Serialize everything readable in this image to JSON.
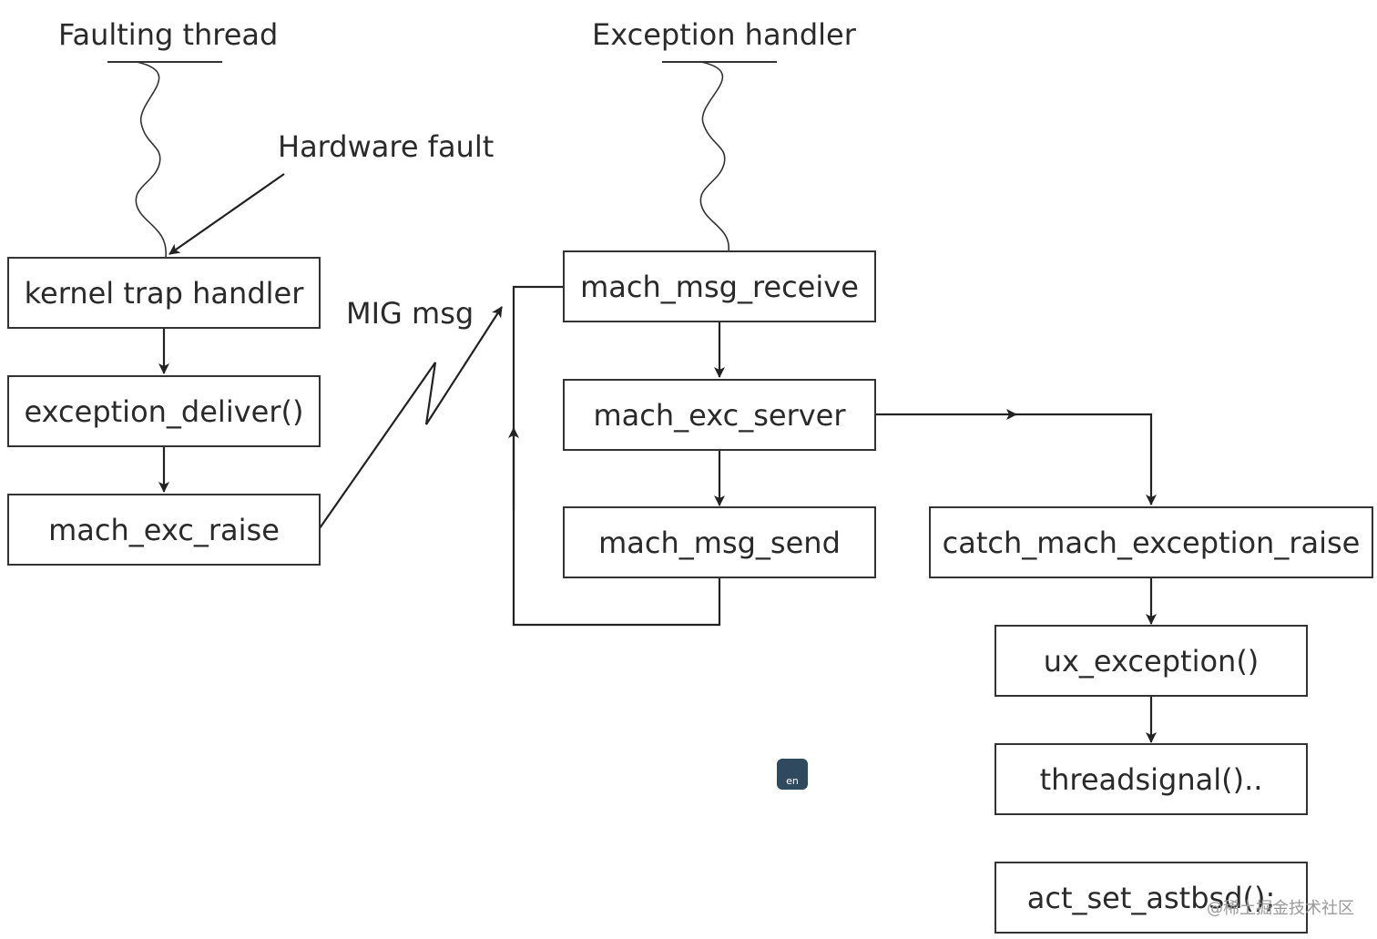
{
  "headers": {
    "faulting_thread": "Faulting thread",
    "exception_handler": "Exception handler"
  },
  "annotations": {
    "hardware_fault": "Hardware fault",
    "mig_msg": "MIG msg"
  },
  "boxes": {
    "kernel_trap_handler": "kernel trap handler",
    "exception_deliver": "exception_deliver()",
    "mach_exc_raise": "mach_exc_raise",
    "mach_msg_receive": "mach_msg_receive",
    "mach_exc_server": "mach_exc_server",
    "mach_msg_send": "mach_msg_send",
    "catch_mach_exception_raise": "catch_mach_exception_raise",
    "ux_exception": "ux_exception()",
    "threadsignal": "threadsignal()..",
    "act_set_astbsd": "act_set_astbsd();"
  },
  "overlay": {
    "translate_icon_label": "en",
    "watermark": "@稀土掘金技术社区"
  }
}
